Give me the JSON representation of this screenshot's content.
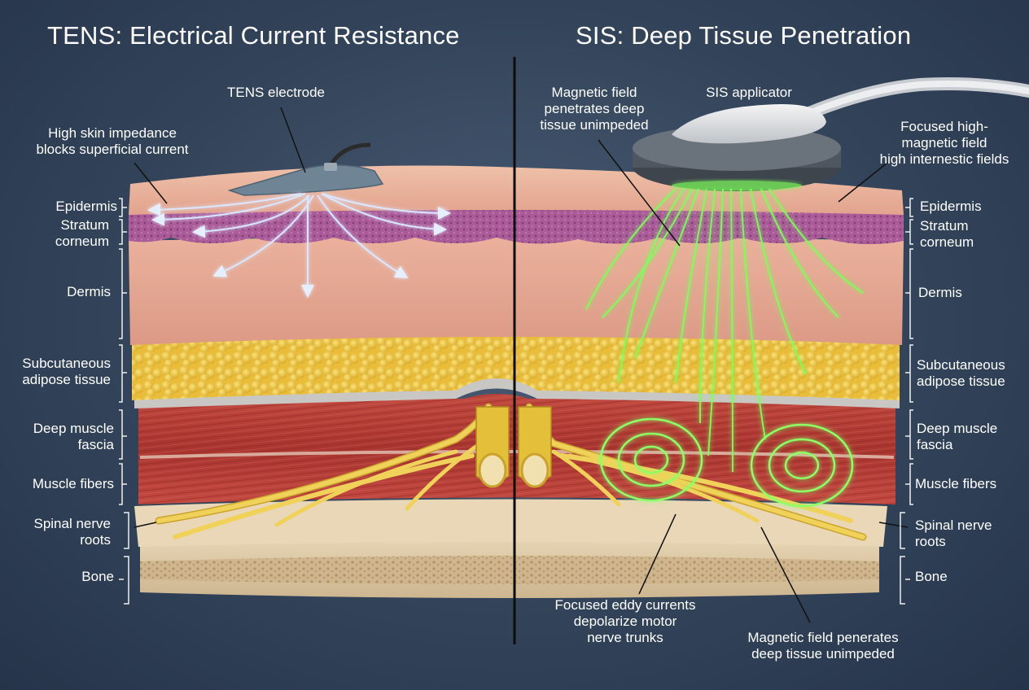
{
  "titles": {
    "left": "TENS: Electrical Current Resistance",
    "right": "SIS: Deep Tissue Penetration"
  },
  "callouts": {
    "tens_electrode": [
      "TENS electrode"
    ],
    "high_skin_impedance": [
      "High skin impedance",
      "blocks superficial current"
    ],
    "magnetic_field_top": [
      "Magnetic field",
      "penetrates deep",
      "tissue unimpeded"
    ],
    "sis_applicator": [
      "SIS applicator"
    ],
    "focused_high": [
      "Focused high-",
      "magnetic field",
      "high internestic fields"
    ],
    "eddy_currents": [
      "Focused eddy currents",
      "depolarize motor",
      "nerve trunks"
    ],
    "magnetic_field_bottom": [
      "Magnetic field penerates",
      "deep tissue unimpeded"
    ]
  },
  "layers": {
    "epidermis": [
      "Epidermis"
    ],
    "stratum": [
      "Stratum",
      "corneum"
    ],
    "dermis": [
      "Dermis"
    ],
    "adipose": [
      "Subcutaneous",
      "adipose tissue"
    ],
    "fascia": [
      "Deep muscle",
      "fascia"
    ],
    "muscle": [
      "Muscle fibers"
    ],
    "nerve": [
      "Spinal nerve",
      "roots"
    ],
    "bone": [
      "Bone"
    ]
  },
  "colors": {
    "background": "#33445a",
    "tens_current": "#b8d0ff",
    "sis_field": "#7dff5a",
    "epidermis": "#e9b39c",
    "stratum": "#a85c9a",
    "dermis": "#e8a692",
    "adipose": "#f0cc3e",
    "muscle": "#b8403a",
    "nerve": "#e8c848",
    "bone": "#dcc7a4"
  }
}
